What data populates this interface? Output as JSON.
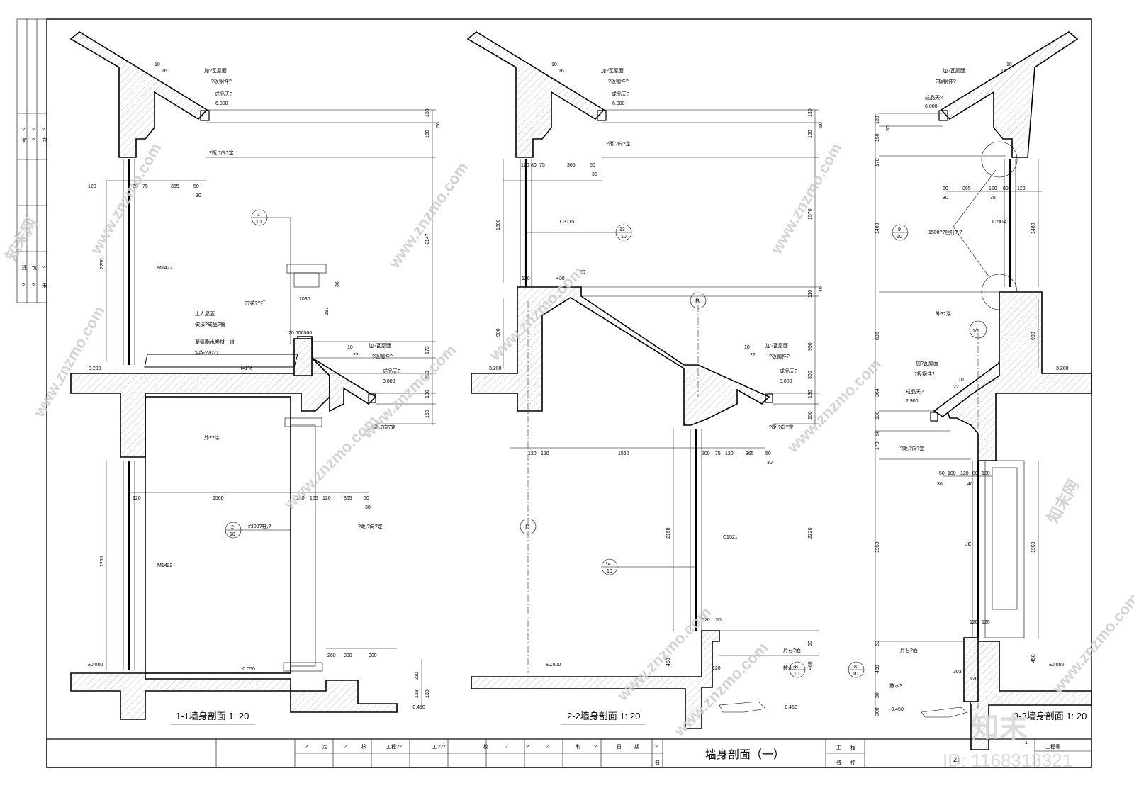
{
  "drawing_title": "墙身剖面（一）",
  "sections": [
    {
      "label": "1-1墙身剖面 1: 20"
    },
    {
      "label": "2-2墙身剖面 1: 20"
    },
    {
      "label": "3-3墙身剖面 1: 20"
    }
  ],
  "title_block": {
    "cells": [
      "?",
      "定",
      "?",
      "核",
      "工程??",
      "工???",
      "校",
      "?",
      "?",
      "?",
      "制",
      "?",
      "日",
      "期",
      "?",
      "名"
    ],
    "project_label_1": "工",
    "project_label_2": "程",
    "name_label_1": "名",
    "name_label_2": "称",
    "project_no_label": "工程号",
    "sheet_no": "1",
    "scale_fragment": "21"
  },
  "left_strip": {
    "top_text": [
      "?",
      "?",
      "?",
      "気",
      "?",
      "力"
    ],
    "bottom_text": [
      "建",
      "筑",
      "?",
      "?",
      "?",
      "未"
    ]
  },
  "annotations": {
    "slope": "10",
    "slope_den": "16",
    "slope_den2": "22",
    "tile": "加?瓦屋面",
    "gutter": "?板钢件?",
    "gutter2": "成品天?",
    "elev_6000": "6.000",
    "elev_3000": "3.000",
    "elev_3200": "3.200",
    "elev_0000": "±0.000",
    "elev_m0050": "-0.050",
    "elev_m0450": "-0.450",
    "elev_2900": "2.900",
    "fix_note": "?距,?向?定",
    "m1422": "M1422",
    "c3115": "C3115",
    "c1521": "C1521",
    "c2414": "C2414",
    "jc": "JC",
    "roof_access": "上人屋面",
    "roof_layer": "做法?成品?栅",
    "waterproof": "聚氨酯水卷材一道",
    "insulation": "油毡?20??",
    "slope_pct": "i=1%",
    "column_note": "#300?柱,?",
    "railing": "??花??杆",
    "wall_note": "外??涂",
    "window_note": "1500??栏杆?,?",
    "stone": "片石?面",
    "drain": "散水?",
    "axis_b": "B",
    "axis_d": "D",
    "ref_1_10": "1",
    "ref_2_10": "2",
    "ref_13_10": "13",
    "ref_14_10": "14",
    "ref_9_10": "9",
    "ref_8_10": "8",
    "ref_den": "10",
    "ref_1_1": "1/1"
  },
  "dims": {
    "d120": "120",
    "d80": "80",
    "d75": "75",
    "d365": "365",
    "d30": "30",
    "d50": "50",
    "d1560": "1560",
    "d155": "155",
    "d200": "200",
    "d2250": "2250",
    "d2147": "2147",
    "d587": "587",
    "d36": "36",
    "d173": "173",
    "d300": "300",
    "d130": "130",
    "d150": "150",
    "d1500": "1500",
    "d1570": "1570",
    "d430": "430",
    "d110": "110",
    "d40": "40",
    "d900": "900",
    "d950": "950",
    "d2150": "2150",
    "d2220": "2220",
    "d450": "450",
    "d460": "460",
    "d170": "170",
    "d1400": "1400",
    "d836": "836",
    "d364": "364",
    "d1950": "1950",
    "d35": "35",
    "d100": "100",
    "d60": "60",
    "d133": "133",
    "d2030": "2030",
    "d606060": "20 606060",
    "d260": "260",
    "d250": "250",
    "d303": "303"
  },
  "watermarks": {
    "site": "www.znzmo.com",
    "brand": "知末网",
    "logo": "知末",
    "id": "ID: 1168318321"
  }
}
